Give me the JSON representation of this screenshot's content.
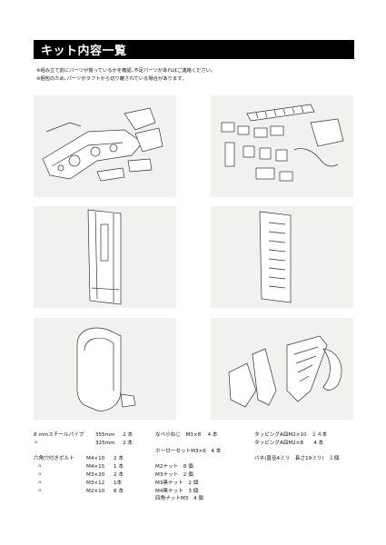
{
  "header": {
    "title": "キット内容一覧"
  },
  "notes": [
    "※組み立て前にパーツが揃っているかを確認､不足パーツがあればご連絡ください｡",
    "※梱包のため､パーツがラフトから切り離されている場合があります｡"
  ],
  "col1": [
    [
      "8 mmスチールパイプ",
      "355mm",
      "2 本"
    ],
    [
      "〃",
      "325mm",
      "2 本"
    ],
    [
      "",
      "",
      ""
    ],
    [
      "六角穴付きボルト",
      "M4×10",
      "2 本"
    ],
    [
      "〃",
      "M4×15",
      "1 本"
    ],
    [
      "〃",
      "M3×20",
      "2 本"
    ],
    [
      "〃",
      "M3×12",
      "1本"
    ],
    [
      "〃",
      "M2×10",
      "8 本"
    ]
  ],
  "col2": [
    "なべ小ねじ　M3×8　 4 本",
    "",
    "ホーローセットM3×6　4 本",
    "",
    "M2ナット　8 個",
    "M3ナット　2 個",
    "M3黒ナット　2 個",
    "M4黒ナット　3 個",
    "四角ナットM3　4 個"
  ],
  "col3": [
    "タッピングA皿M2×10　１４本",
    "タッピングA皿M2×8　　4 本",
    "",
    "バネ(直径4ミリ　長さ19ミリ)　１個"
  ]
}
